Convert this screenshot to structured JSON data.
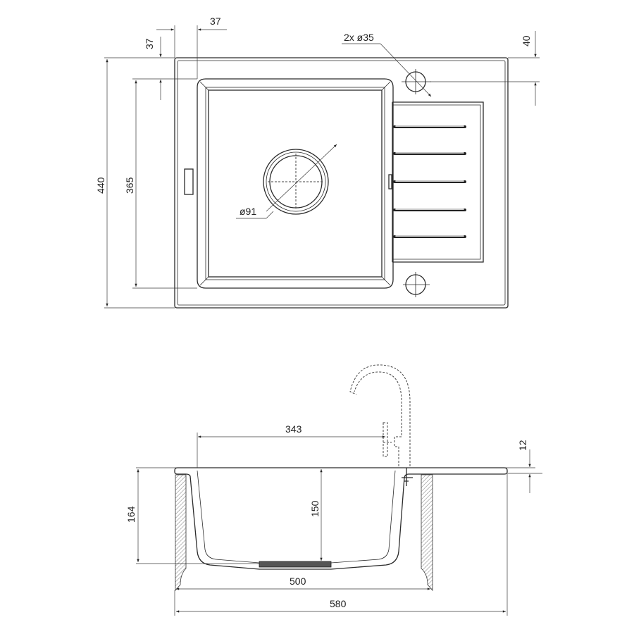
{
  "title": "Kitchen sink technical drawing",
  "top_view": {
    "dim_overall_depth": "440",
    "dim_bowl_depth": "365",
    "dim_left_offset": "37",
    "dim_top_offset": "37",
    "dim_tap_hole_offset": "40",
    "tap_holes_label": "2x ø35",
    "drain_label": "ø91"
  },
  "side_view": {
    "dim_bowl_width": "343",
    "dim_rim_thickness": "12",
    "dim_total_height": "164",
    "dim_bowl_depth": "150",
    "dim_cabinet_width": "500",
    "dim_overall_width": "580"
  },
  "colors": {
    "line": "#2b2b2b",
    "background": "#ffffff"
  }
}
